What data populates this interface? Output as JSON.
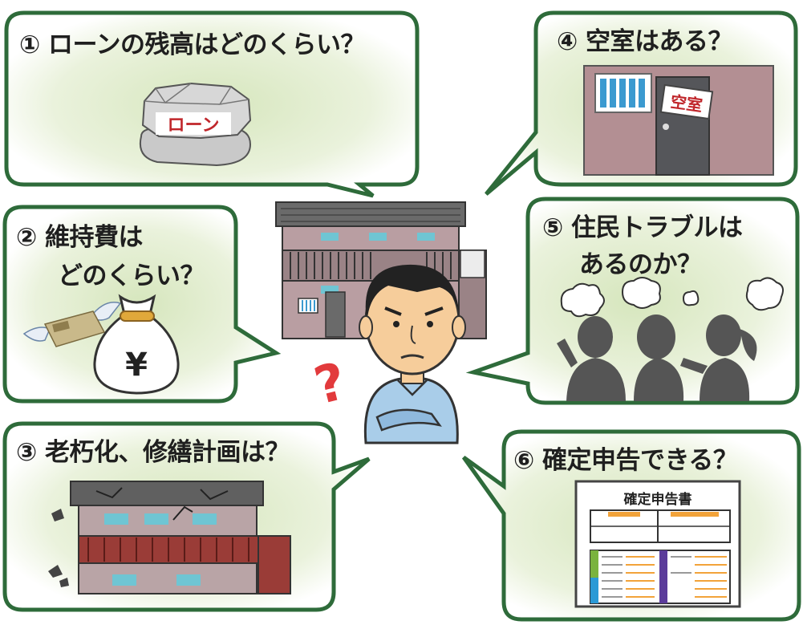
{
  "questions": [
    {
      "id": "loan",
      "text": "① ローンの残高はどのくらい？"
    },
    {
      "id": "maintenance",
      "line1": "② 維持費は",
      "line2": "どのくらい？"
    },
    {
      "id": "aging",
      "text": "③ 老朽化、修繕計画は？"
    },
    {
      "id": "vacancy",
      "text": "④ 空室はある？"
    },
    {
      "id": "residents",
      "line1": "⑤ 住民トラブルは",
      "line2": "あるのか？"
    },
    {
      "id": "tax",
      "text": "⑥ 確定申告できる？"
    }
  ],
  "labels": {
    "loan_stone": "ローン",
    "vacancy_sign": "空室",
    "tax_form_title": "確定申告書",
    "yen": "¥",
    "question_mark": "?"
  },
  "colors": {
    "bubble_border": "#2e6b3a",
    "bubble_glow": "#dde9c8",
    "loan_text": "#c0262b",
    "question_mark": "#e23a3c"
  }
}
